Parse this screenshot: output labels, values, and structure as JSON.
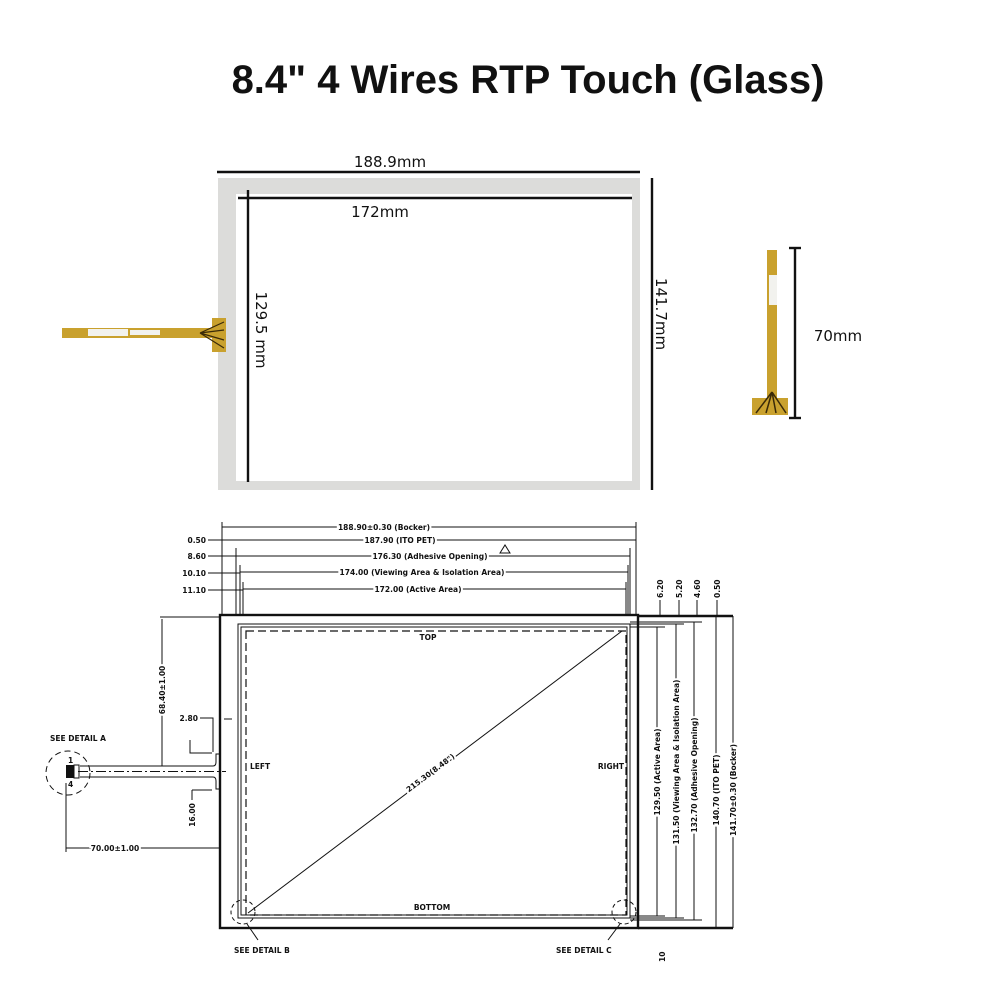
{
  "title": "8.4\" 4 Wires RTP Touch (Glass)",
  "photo": {
    "width_outer": "188.9mm",
    "width_active": "172mm",
    "height_active": "129.5 mm",
    "height_outer": "141.7mm",
    "tail_length": "70mm"
  },
  "drawing": {
    "top_dims": [
      "188.90±0.30 (Bocker)",
      "187.90 (ITO PET)",
      "176.30 (Adhesive Opening)",
      "174.00 (Viewing Area & Isolation Area)",
      "172.00 (Active Area)"
    ],
    "left_offsets": [
      "0.50",
      "8.60",
      "10.10",
      "11.10"
    ],
    "right_offsets": [
      "6.20",
      "5.20",
      "4.60",
      "0.50"
    ],
    "right_dims": [
      "129.50 (Active Area)",
      "131.50 (Viewing Area & Isolation Area)",
      "132.70 (Adhesive Opening)",
      "140.70 (ITO PET)",
      "141.70±0.30 (Bocker)"
    ],
    "sides": {
      "top": "TOP",
      "bottom": "BOTTOM",
      "left": "LEFT",
      "right": "RIGHT"
    },
    "diagonal": "215.30(8.48\")",
    "tail": {
      "offset": "68.40±1.00",
      "gap": "2.80",
      "width": "16.00",
      "length": "70.00±1.00"
    },
    "details": [
      "SEE DETAIL A",
      "SEE DETAIL B",
      "SEE DETAIL C"
    ],
    "pins": [
      "1",
      "4"
    ],
    "page_mark": "10"
  },
  "colors": {
    "flex": "#c9a12e",
    "frame": "#dcdcda"
  }
}
